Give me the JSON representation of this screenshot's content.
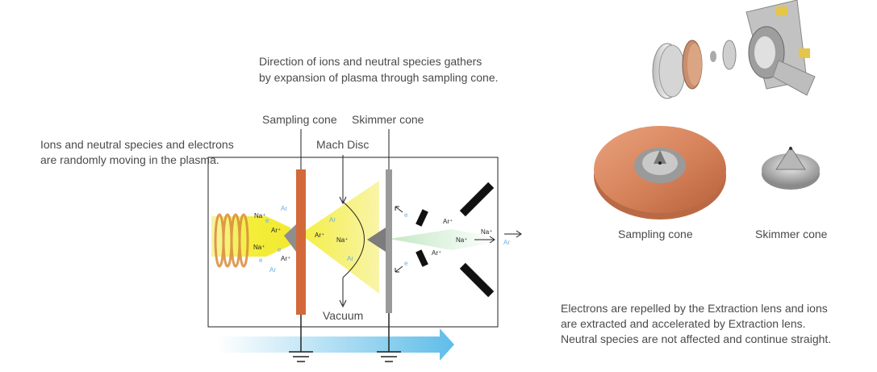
{
  "annotations": {
    "direction_line1": "Direction of ions and neutral species gathers",
    "direction_line2": "by expansion of plasma through sampling cone.",
    "random_line1": "Ions and neutral species and electrons",
    "random_line2": "are randomly moving in the plasma.",
    "extraction_line1": "Electrons are repelled by the Extraction lens and ions",
    "extraction_line2": "are extracted and accelerated by Extraction lens.",
    "extraction_line3": "Neutral species are not affected and continue straight."
  },
  "diagram_labels": {
    "sampling_cone": "Sampling cone",
    "skimmer_cone": "Skimmer cone",
    "mach_disc": "Mach Disc",
    "vacuum": "Vacuum"
  },
  "species": {
    "na": "Na⁺",
    "ar_plus": "Ar⁺",
    "ar": "Ar",
    "electron": "e"
  },
  "photo_captions": {
    "sampling_cone": "Sampling cone",
    "skimmer_cone": "Skimmer cone"
  },
  "colors": {
    "plasma_yellow": "#f5ef3c",
    "sampling_cone_copper": "#d2693a",
    "skimmer_grey": "#9a9a9a",
    "ion_beam_green": "#a8dcae",
    "flow_arrow_blue": "#7cc8ea",
    "argon_text_blue": "#6aaee0"
  }
}
